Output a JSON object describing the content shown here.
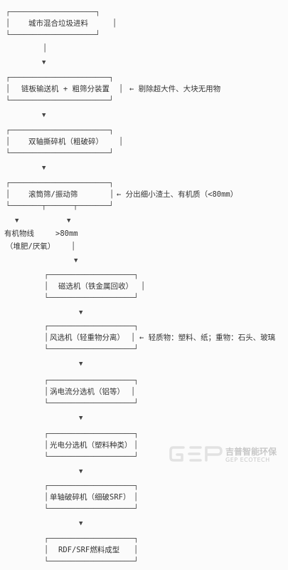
{
  "flow": {
    "step1": "城市混合垃圾进料",
    "step2": "链板输送机 + 粗筛分装置",
    "step2_note": "← 剔除超大件、大块无用物",
    "step3": "双轴撕碎机（粗破碎）",
    "step4": "滚筒筛/振动筛",
    "step4_note": "← 分出细小渣土、有机质（<80mm）",
    "branch_left_line1": "有机物线",
    "branch_left_line2": "（堆肥/厌氧）",
    "branch_right": ">80mm",
    "step5": "磁选机（铁金属回收）",
    "step6": "风选机（轻重物分离）",
    "step6_note": "← 轻质物：塑料、纸；重物：石头、玻璃",
    "step7": "涡电流分选机（铝等）",
    "step8": "光电分选机（塑料种类）",
    "step9": "单轴破碎机（细破SRF）",
    "step10": "RDF/SRF燃料成型"
  },
  "watermark": {
    "name": "吉普智能环保",
    "name_en": "GEP ECOTECH"
  },
  "colors": {
    "background": "#fbfbfb",
    "text": "#333333",
    "watermark": "#c8c8c8"
  }
}
